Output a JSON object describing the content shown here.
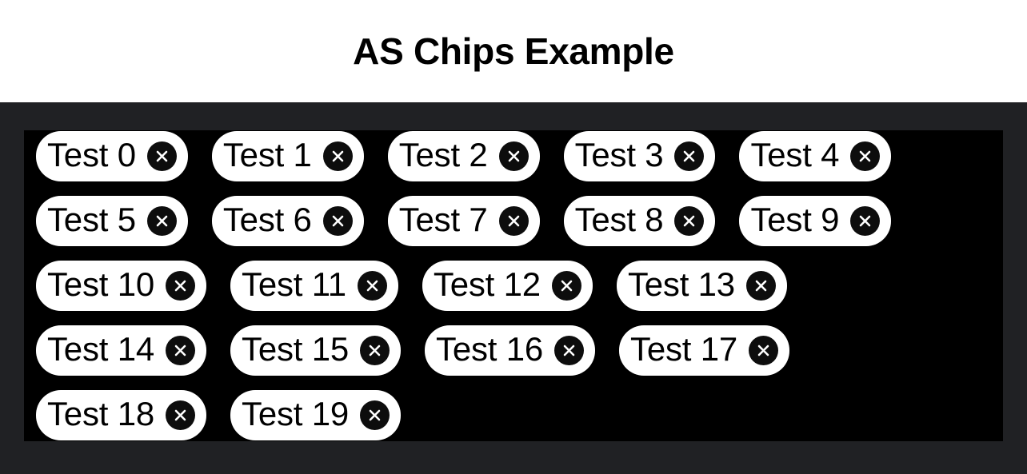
{
  "header": {
    "title": "AS Chips Example"
  },
  "theme": {
    "page_background": "#ffffff",
    "stage_background": "#202124",
    "panel_background": "#000000",
    "chip_background": "#ffffff",
    "chip_text": "#000000",
    "chip_close_background": "#0d0d0d",
    "chip_close_glyph": "#ffffff"
  },
  "chips_panel": {
    "close_icon_name": "close-icon",
    "chips": [
      {
        "label": "Test 0",
        "close_label": "remove Test 0"
      },
      {
        "label": "Test 1",
        "close_label": "remove Test 1"
      },
      {
        "label": "Test 2",
        "close_label": "remove Test 2"
      },
      {
        "label": "Test 3",
        "close_label": "remove Test 3"
      },
      {
        "label": "Test 4",
        "close_label": "remove Test 4"
      },
      {
        "label": "Test 5",
        "close_label": "remove Test 5"
      },
      {
        "label": "Test 6",
        "close_label": "remove Test 6"
      },
      {
        "label": "Test 7",
        "close_label": "remove Test 7"
      },
      {
        "label": "Test 8",
        "close_label": "remove Test 8"
      },
      {
        "label": "Test 9",
        "close_label": "remove Test 9"
      },
      {
        "label": "Test 10",
        "close_label": "remove Test 10"
      },
      {
        "label": "Test 11",
        "close_label": "remove Test 11"
      },
      {
        "label": "Test 12",
        "close_label": "remove Test 12"
      },
      {
        "label": "Test 13",
        "close_label": "remove Test 13"
      },
      {
        "label": "Test 14",
        "close_label": "remove Test 14"
      },
      {
        "label": "Test 15",
        "close_label": "remove Test 15"
      },
      {
        "label": "Test 16",
        "close_label": "remove Test 16"
      },
      {
        "label": "Test 17",
        "close_label": "remove Test 17"
      },
      {
        "label": "Test 18",
        "close_label": "remove Test 18"
      },
      {
        "label": "Test 19",
        "close_label": "remove Test 19"
      }
    ]
  }
}
